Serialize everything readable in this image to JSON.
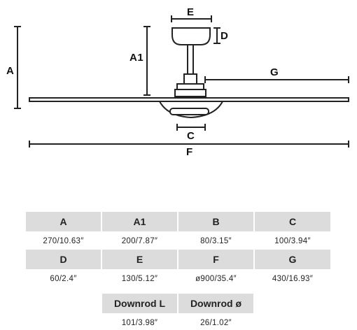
{
  "diagram": {
    "labels": {
      "A": "A",
      "A1": "A1",
      "C": "C",
      "D": "D",
      "E": "E",
      "F": "F",
      "G": "G"
    }
  },
  "specs": {
    "rows": [
      {
        "headers": [
          "A",
          "A1",
          "B",
          "C"
        ],
        "values": [
          "270/10.63″",
          "200/7.87″",
          "80/3.15″",
          "100/3.94″"
        ]
      },
      {
        "headers": [
          "D",
          "E",
          "F",
          "G"
        ],
        "values": [
          "60/2.4″",
          "130/5.12″",
          "ø900/35.4″",
          "430/16.93″"
        ]
      },
      {
        "headers": [
          "Downrod L",
          "Downrod ø"
        ],
        "values": [
          "101/3.98″",
          "26/1.02″"
        ]
      }
    ]
  }
}
